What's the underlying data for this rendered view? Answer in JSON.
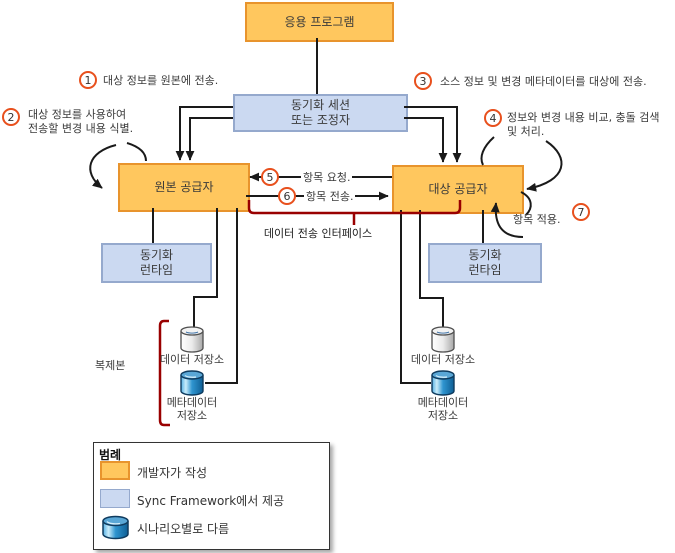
{
  "colors": {
    "dev_fill": "#FFC75E",
    "dev_border": "#E8942D",
    "fw_fill": "#CBD9F1",
    "fw_border": "#95A9CD",
    "callout": "#E8501D",
    "bracket": "#990000",
    "line": "#1A1A1A",
    "store_blue": "#1470AC"
  },
  "boxes": {
    "application": "응용 프로그램",
    "session": "동기화 세션\n또는 조정자",
    "source_provider": "원본 공급자",
    "target_provider": "대상 공급자",
    "sync_runtime": "동기화\n런타임"
  },
  "stores": {
    "data_store": "데이터 저장소",
    "metadata_store": "메타데이터\n저장소"
  },
  "labels": {
    "replica": "복제본",
    "data_transfer_interface": "데이터 전송 인터페이스"
  },
  "callouts": [
    {
      "num": "1",
      "text": "대상 정보를 원본에 전송."
    },
    {
      "num": "2",
      "text": "대상 정보를 사용하여\n전송할 변경 내용 식별."
    },
    {
      "num": "3",
      "text": "소스 정보 및 변경 메타데이터를 대상에 전송."
    },
    {
      "num": "4",
      "text": "정보와 변경 내용 비교, 충돌 검색\n및 처리."
    },
    {
      "num": "5",
      "text": "항목 요청."
    },
    {
      "num": "6",
      "text": "항목 전송."
    },
    {
      "num": "7",
      "text": "항목 적용."
    }
  ],
  "legend": {
    "title": "범례",
    "items": [
      {
        "label": "개발자가 작성"
      },
      {
        "label": "Sync Framework에서 제공"
      },
      {
        "label": "시나리오별로 다름"
      }
    ]
  }
}
